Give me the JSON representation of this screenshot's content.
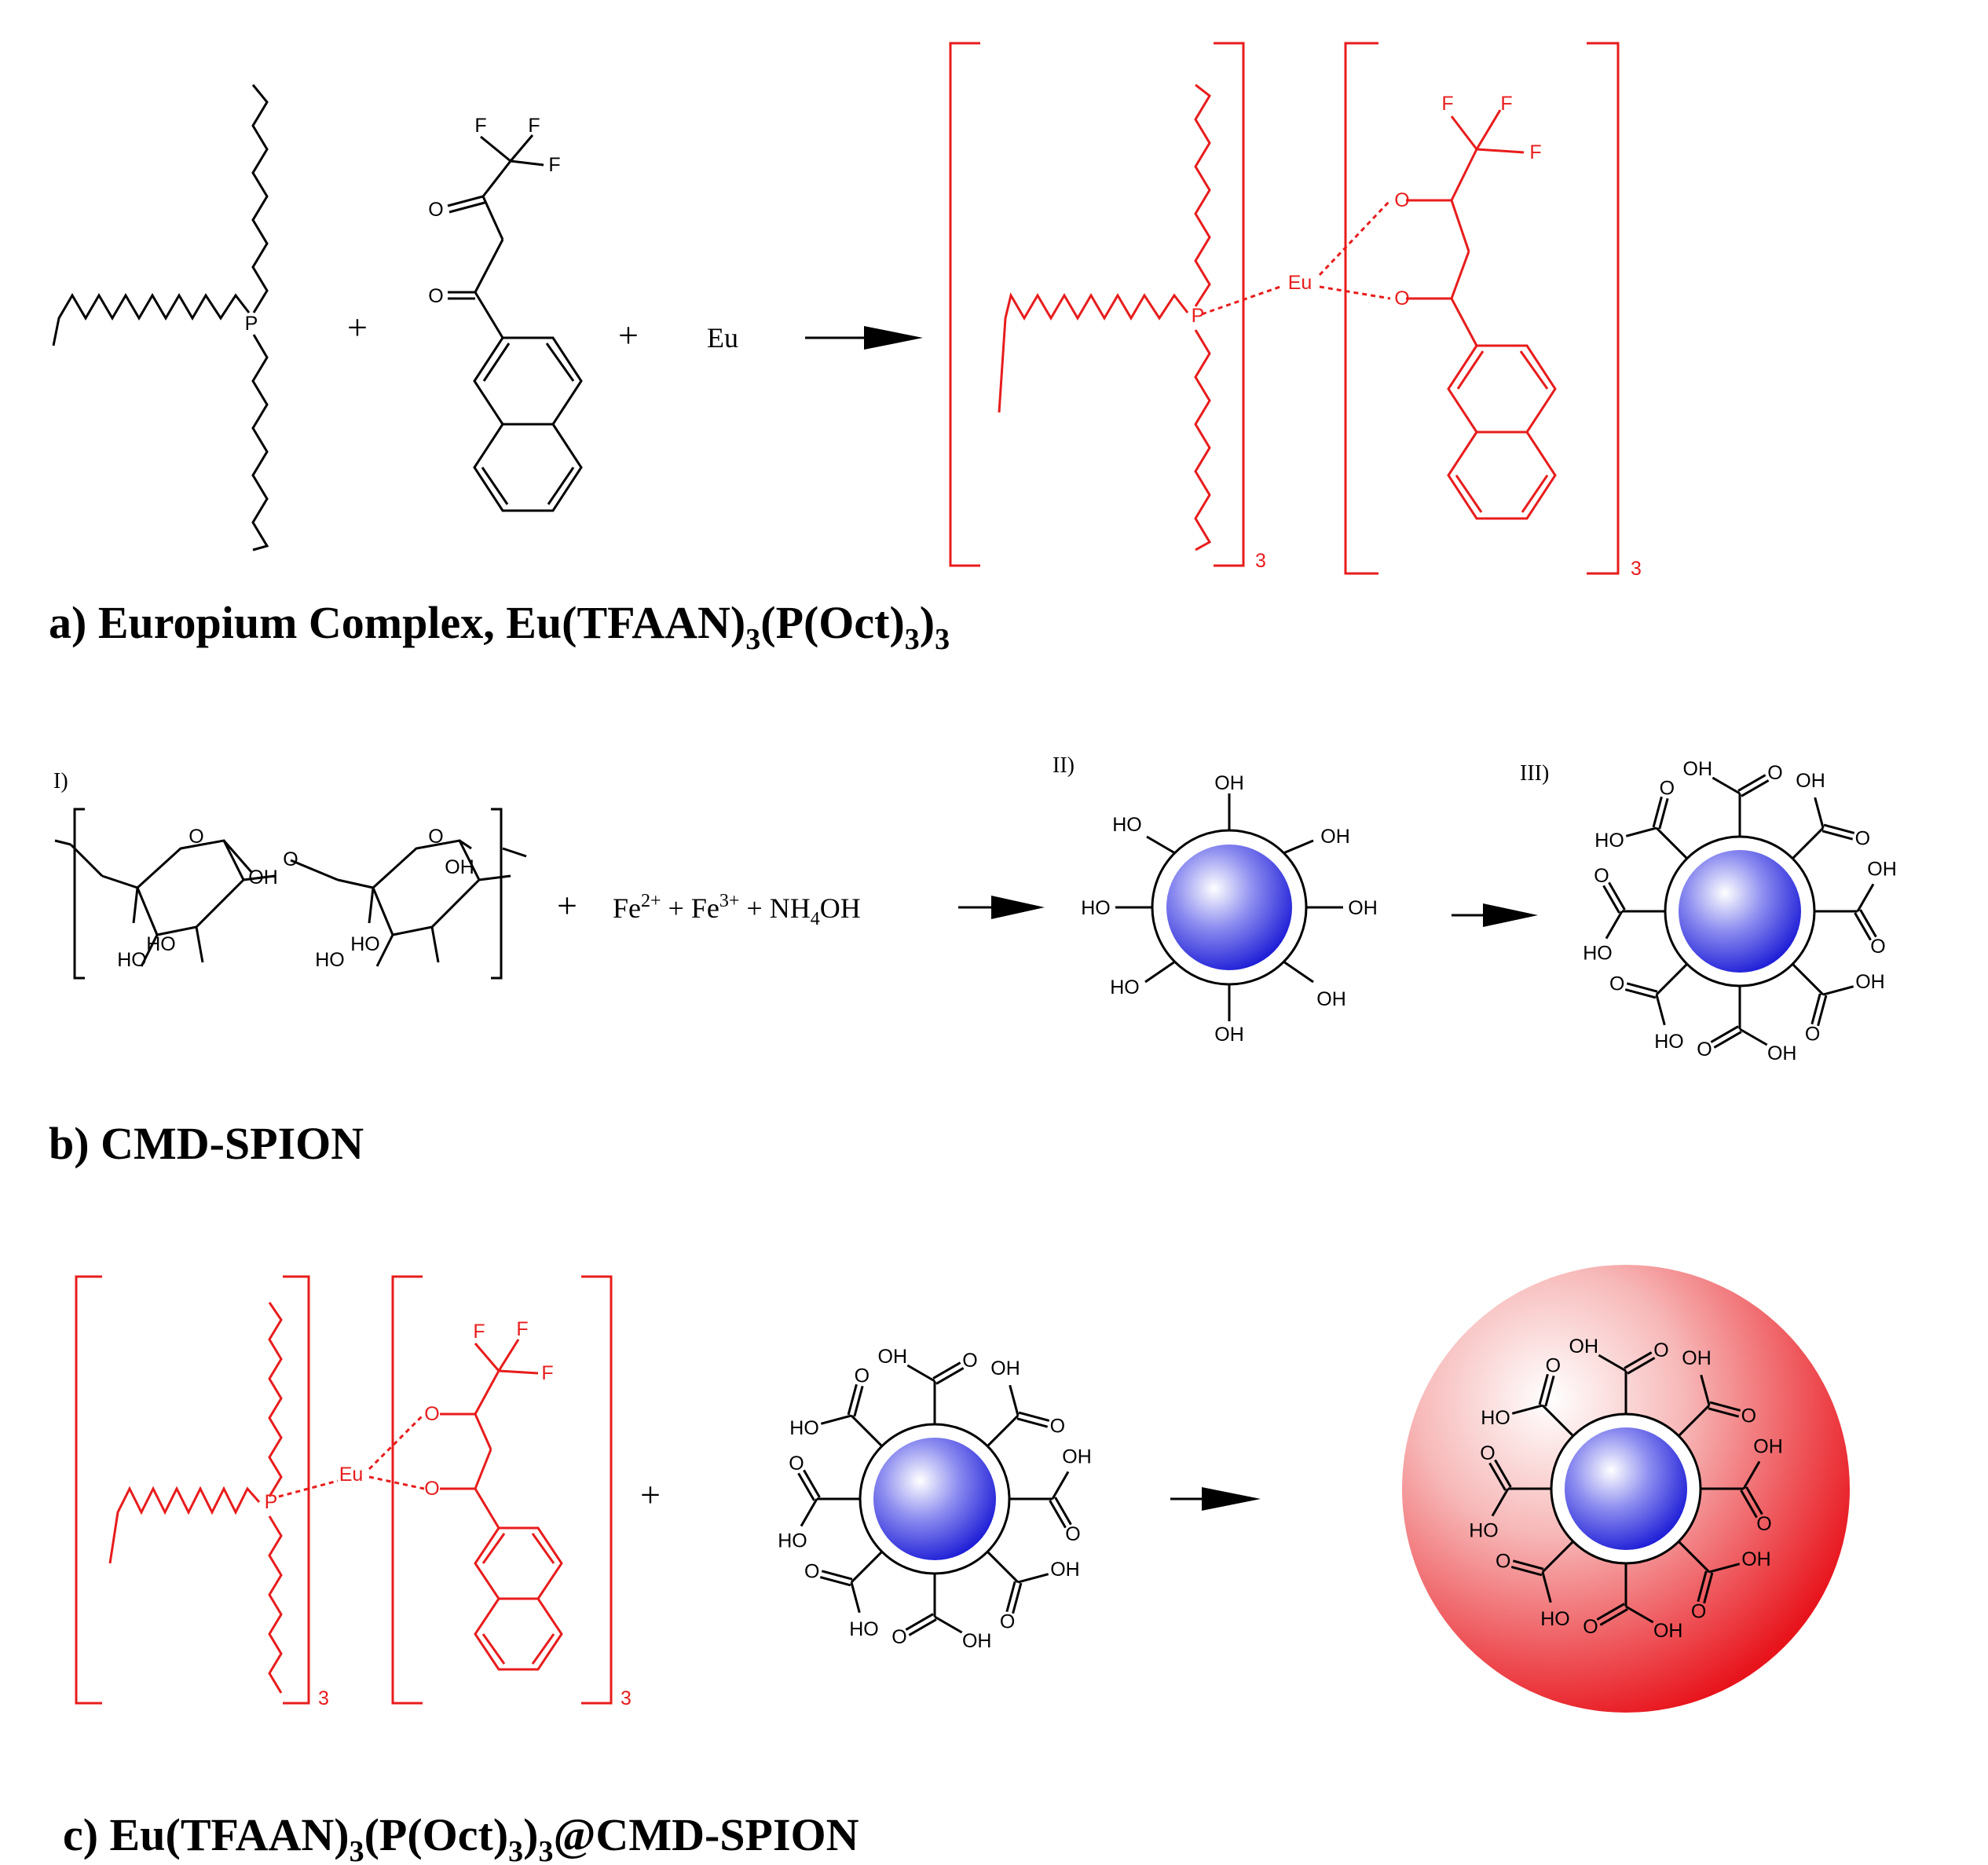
{
  "captions": {
    "a": {
      "pre": "a) Europium Complex, Eu(TFAAN)",
      "s1": "3",
      "mid": "(P(Oct)",
      "s2": "3",
      "m2": ")",
      "s3": "3"
    },
    "b": {
      "text": "b) CMD-SPION"
    },
    "c": {
      "pre": "c) Eu(TFAAN)",
      "s1": "3",
      "mid": "(P(Oct)",
      "s2": "3",
      "m2": ")",
      "s3": "3",
      "post": "@CMD-SPION"
    }
  },
  "atoms": {
    "P": "P",
    "Eu": "Eu",
    "F": "F",
    "O": "O",
    "OH": "OH",
    "HO": "HO"
  },
  "stoich": "3",
  "plus": "+",
  "reagents": {
    "eu": "Eu",
    "fe2_base": "Fe",
    "fe2_sup": "2+",
    "plus1": " + ",
    "fe3_base": "Fe",
    "fe3_sup": "3+",
    "plus2": " + ",
    "nh4oh_a": "NH",
    "nh4oh_sub": "4",
    "nh4oh_b": "OH"
  },
  "steps": {
    "I": "I)",
    "II": "II)",
    "III": "III)"
  },
  "colors": {
    "complex": "#e81c1c",
    "ink": "#000000",
    "core": "#1a1ad6",
    "halo": "#e8141c"
  }
}
